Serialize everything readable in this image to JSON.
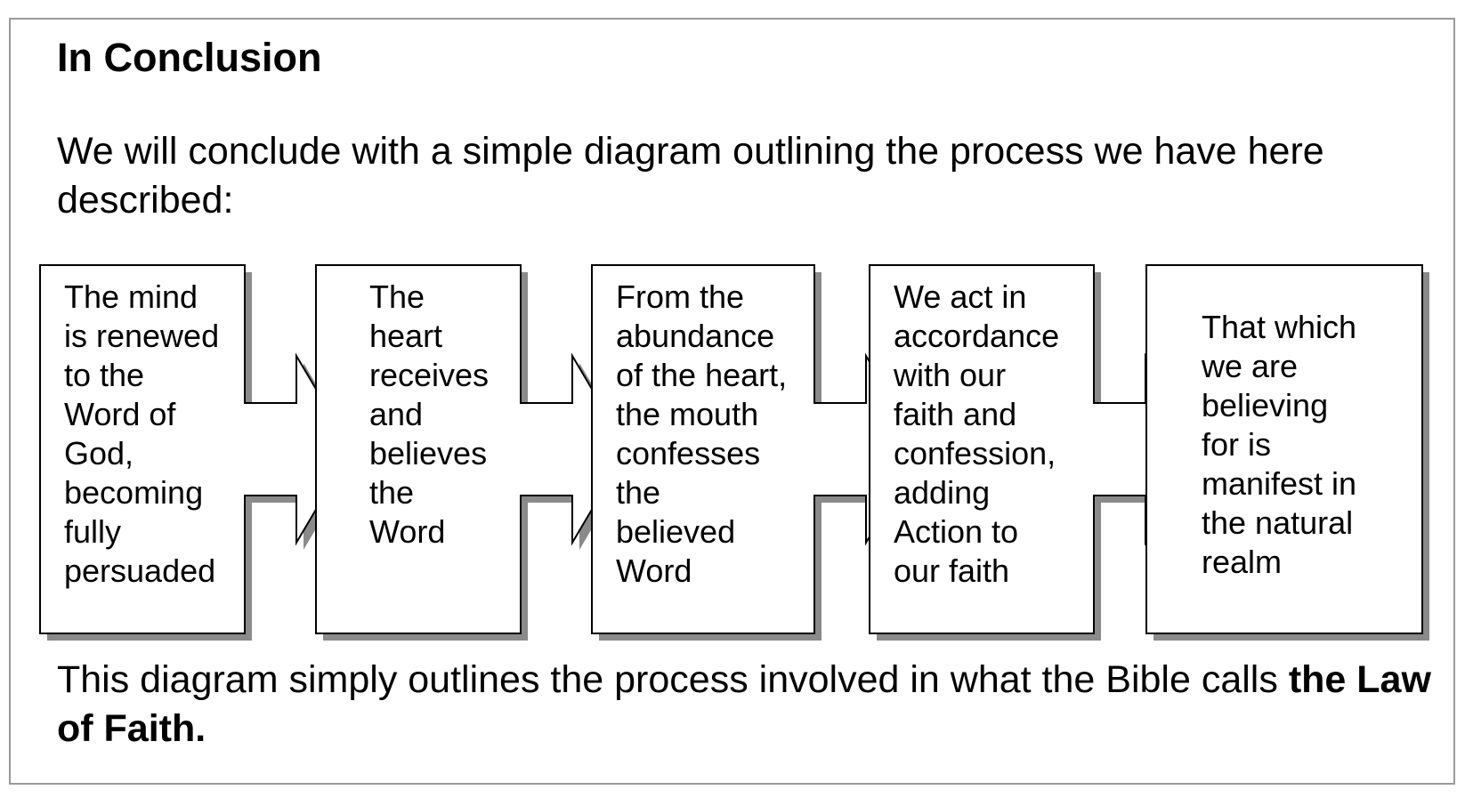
{
  "document": {
    "heading": "In Conclusion",
    "intro": "We will conclude with a simple diagram outlining the process we have here described:",
    "outro_prefix": "This diagram simply outlines the process involved in what the Bible calls ",
    "outro_bold": "the Law of Faith."
  },
  "diagram": {
    "steps": [
      {
        "text": "The mind\nis renewed\nto the\nWord of\nGod,\nbecoming\nfully\npersuaded"
      },
      {
        "text": "The\nheart\nreceives\nand\nbelieves\nthe\nWord"
      },
      {
        "text": "From the\nabundance\nof the heart,\nthe mouth\nconfesses\nthe\nbelieved\nWord"
      },
      {
        "text": "We act in\naccordance\nwith our\nfaith and\nconfession,\nadding\nAction to\nour faith"
      },
      {
        "text": "That which\nwe are\nbelieving\nfor is\nmanifest in\nthe natural\nrealm"
      }
    ]
  }
}
